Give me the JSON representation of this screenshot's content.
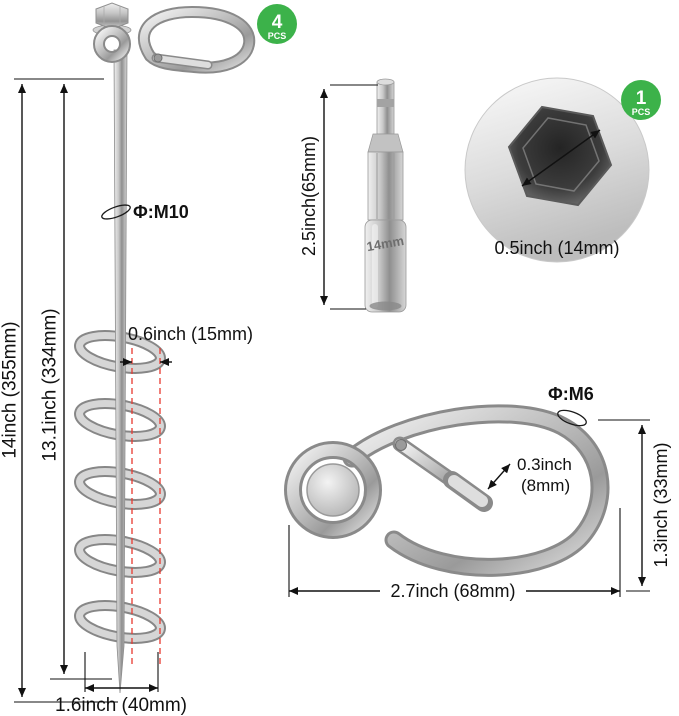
{
  "colors": {
    "badge": "#3cb24a",
    "red_dash": "#e8392f",
    "ink": "#111111"
  },
  "anchor": {
    "badge_count": "4",
    "badge_unit": "PCS",
    "overall_length_label": "14inch (355mm)",
    "screw_length_label": "13.1inch (334mm)",
    "rod_diameter_label": "Φ:M10",
    "blade_width_label": "0.6inch (15mm)",
    "auger_diameter_label": "1.6inch (40mm)"
  },
  "driver_bit": {
    "badge_count": "1",
    "badge_unit": "PCS",
    "length_label": "2.5inch(65mm)",
    "printed_size": "14mm",
    "socket_opening_label": "0.5inch (14mm)"
  },
  "carabiner": {
    "wire_diameter_label": "Φ:M6",
    "gate_opening_label_line1": "0.3inch",
    "gate_opening_label_line2": "(8mm)",
    "length_label": "2.7inch (68mm)",
    "height_label": "1.3inch (33mm)"
  }
}
